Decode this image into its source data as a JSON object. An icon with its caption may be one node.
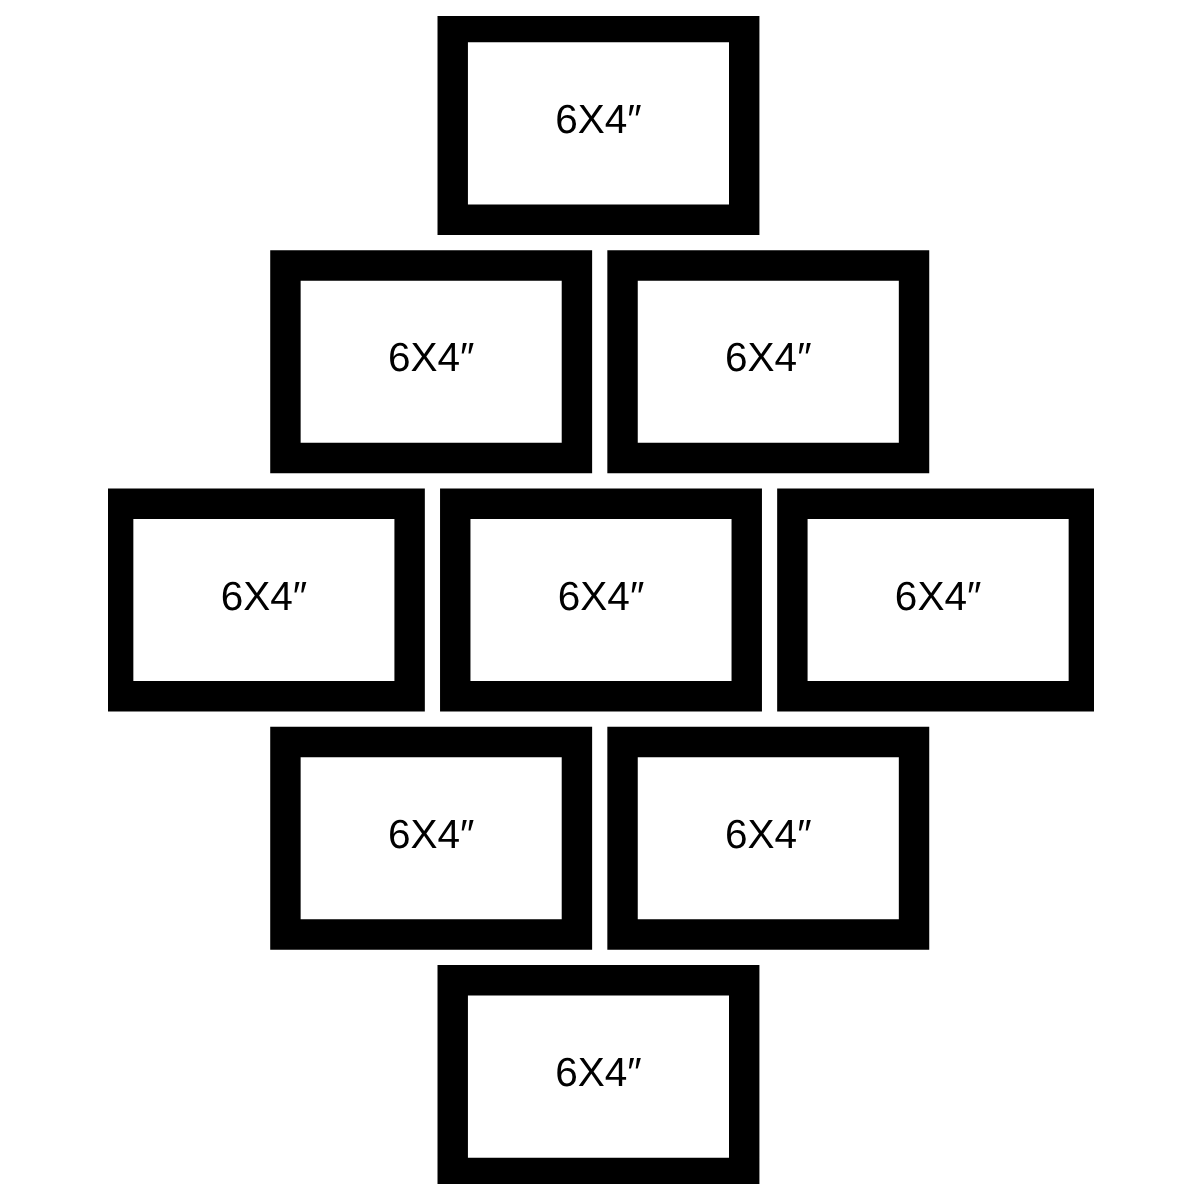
{
  "diagram": {
    "nodes": [
      {
        "text": [
          "6X4″"
        ]
      },
      {
        "text": [
          "6X4″"
        ]
      },
      {
        "text": [
          "6X4″"
        ]
      },
      {
        "text": [
          "6X4″"
        ]
      },
      {
        "text": [
          "6X4″"
        ]
      },
      {
        "text": [
          "6X4″"
        ]
      },
      {
        "text": [
          "6X4″"
        ]
      },
      {
        "text": [
          "6X4″"
        ]
      },
      {
        "text": [
          "6X4″"
        ]
      }
    ]
  }
}
